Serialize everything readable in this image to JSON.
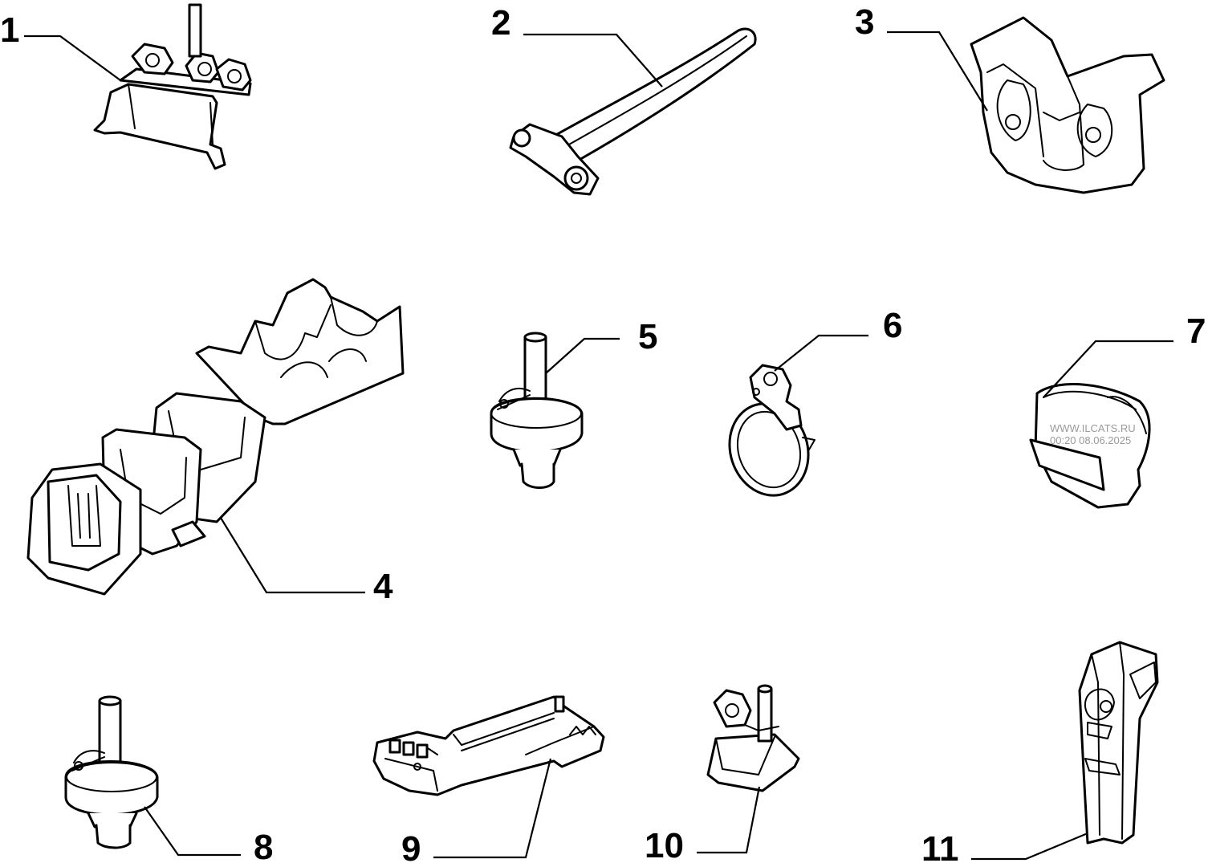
{
  "diagram": {
    "callouts": [
      {
        "id": "part-1",
        "label": "1"
      },
      {
        "id": "part-2",
        "label": "2"
      },
      {
        "id": "part-3",
        "label": "3"
      },
      {
        "id": "part-4",
        "label": "4"
      },
      {
        "id": "part-5",
        "label": "5"
      },
      {
        "id": "part-6",
        "label": "6"
      },
      {
        "id": "part-7",
        "label": "7"
      },
      {
        "id": "part-8",
        "label": "8"
      },
      {
        "id": "part-9",
        "label": "9"
      },
      {
        "id": "part-10",
        "label": "10"
      },
      {
        "id": "part-11",
        "label": "11"
      }
    ]
  },
  "watermark": {
    "line1": "WWW.ILCATS.RU",
    "line2": "00:20 08.06.2025"
  }
}
